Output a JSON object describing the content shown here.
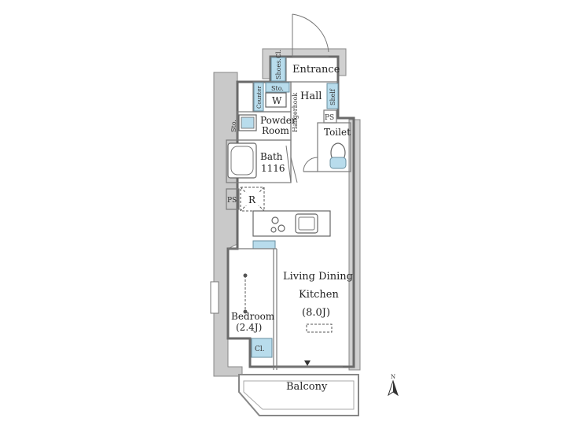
{
  "rooms": {
    "entrance": "Entrance",
    "shoes_closet": "Shoes.Cl.",
    "hall": "Hall",
    "shelf": "Shelf",
    "counter": "Counter",
    "storage_wash": "Sto.",
    "washer": "W",
    "powder_room_1": "Powder",
    "powder_room_2": "Room",
    "storage_bath": "Sto.",
    "hanger_hook": "Hangerhook",
    "ps_top": "PS",
    "toilet": "Toilet",
    "bath_1": "Bath",
    "bath_2": "1116",
    "ps_left": "PS",
    "refrigerator": "R",
    "ldk_1": "Living Dining",
    "ldk_2": "Kitchen",
    "ldk_3": "(8.0J)",
    "bedroom_1": "Bedroom",
    "bedroom_2": "(2.4J)",
    "closet": "Cl.",
    "balcony": "Balcony",
    "north": "N"
  },
  "colors": {
    "wall_fill": "#c8c8c8",
    "fixture_blue": "#b8dcec",
    "wall_line": "#6a6a6a"
  }
}
